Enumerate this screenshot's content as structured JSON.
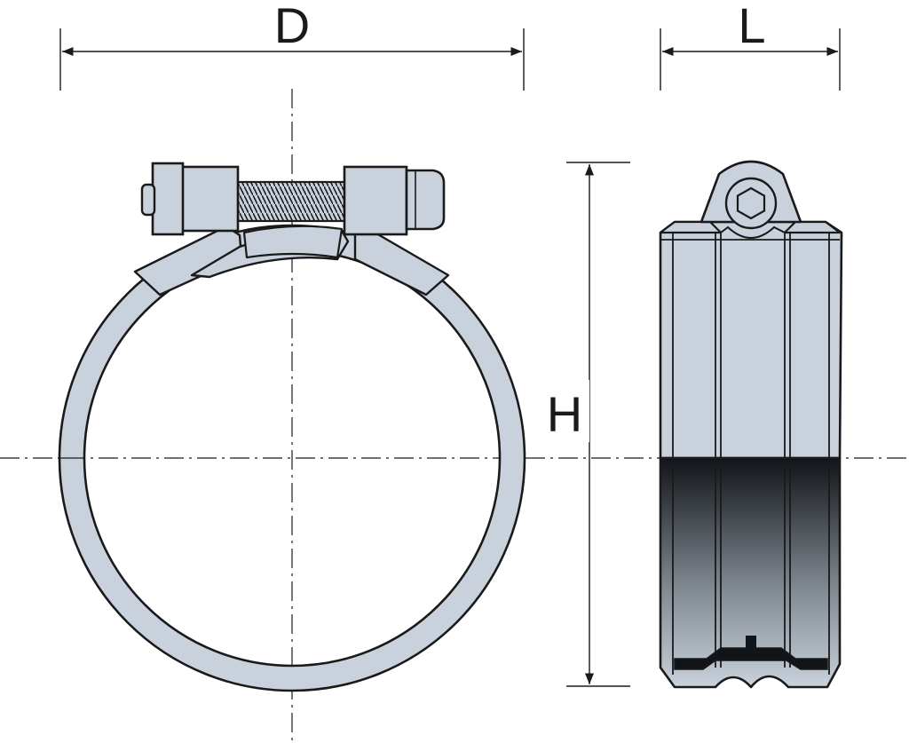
{
  "labels": {
    "diameter": "D",
    "width": "L",
    "height": "H"
  },
  "colors": {
    "band_fill": "#c9d2dc",
    "outline": "#1a1a1a",
    "background": "#ffffff"
  }
}
